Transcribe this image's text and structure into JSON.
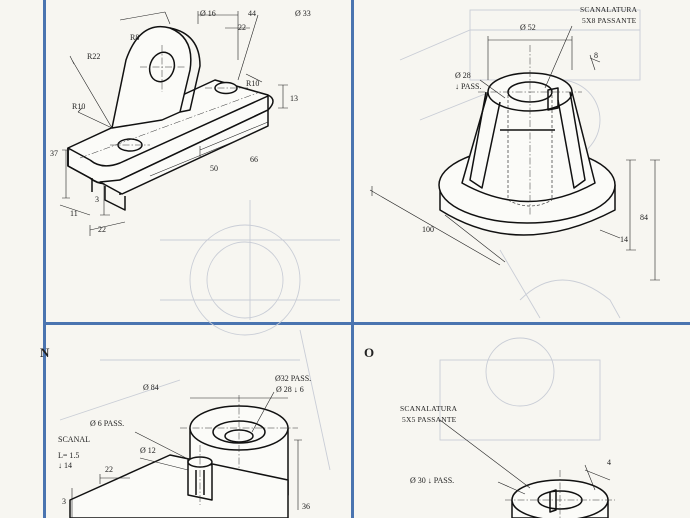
{
  "panels": {
    "top_left": {
      "labels": [
        "Ø 16",
        "44",
        "Ø 33",
        "R22",
        "R10",
        "22",
        "R10",
        "13",
        "37",
        "66",
        "50",
        "3",
        "11",
        "22",
        "R8"
      ]
    },
    "top_right": {
      "callout_title": "SCANALATURA",
      "callout_sub": "5X8 PASSANTE",
      "labels": [
        "Ø 52",
        "8",
        "Ø 28",
        "↓ PASS.",
        "100",
        "14",
        "84"
      ]
    },
    "bottom_left": {
      "letter": "N",
      "labels": [
        "Ø 84",
        "Ø32 PASS.",
        "Ø 28 ↓ 6",
        "Ø 6 PASS.",
        "SCANAL",
        "L= 1.5",
        "↓ 14",
        "Ø 12",
        "22",
        "36",
        "3"
      ]
    },
    "bottom_right": {
      "letter": "O",
      "callout_title": "SCANALATURA",
      "callout_sub": "5X5 PASSANTE",
      "labels": [
        "Ø 30 ↓ PASS.",
        "4"
      ]
    }
  },
  "colors": {
    "frame": "#4a74b0",
    "ink": "#111111",
    "paper": "#f7f6f1",
    "ghost": "#c9cdd6"
  }
}
